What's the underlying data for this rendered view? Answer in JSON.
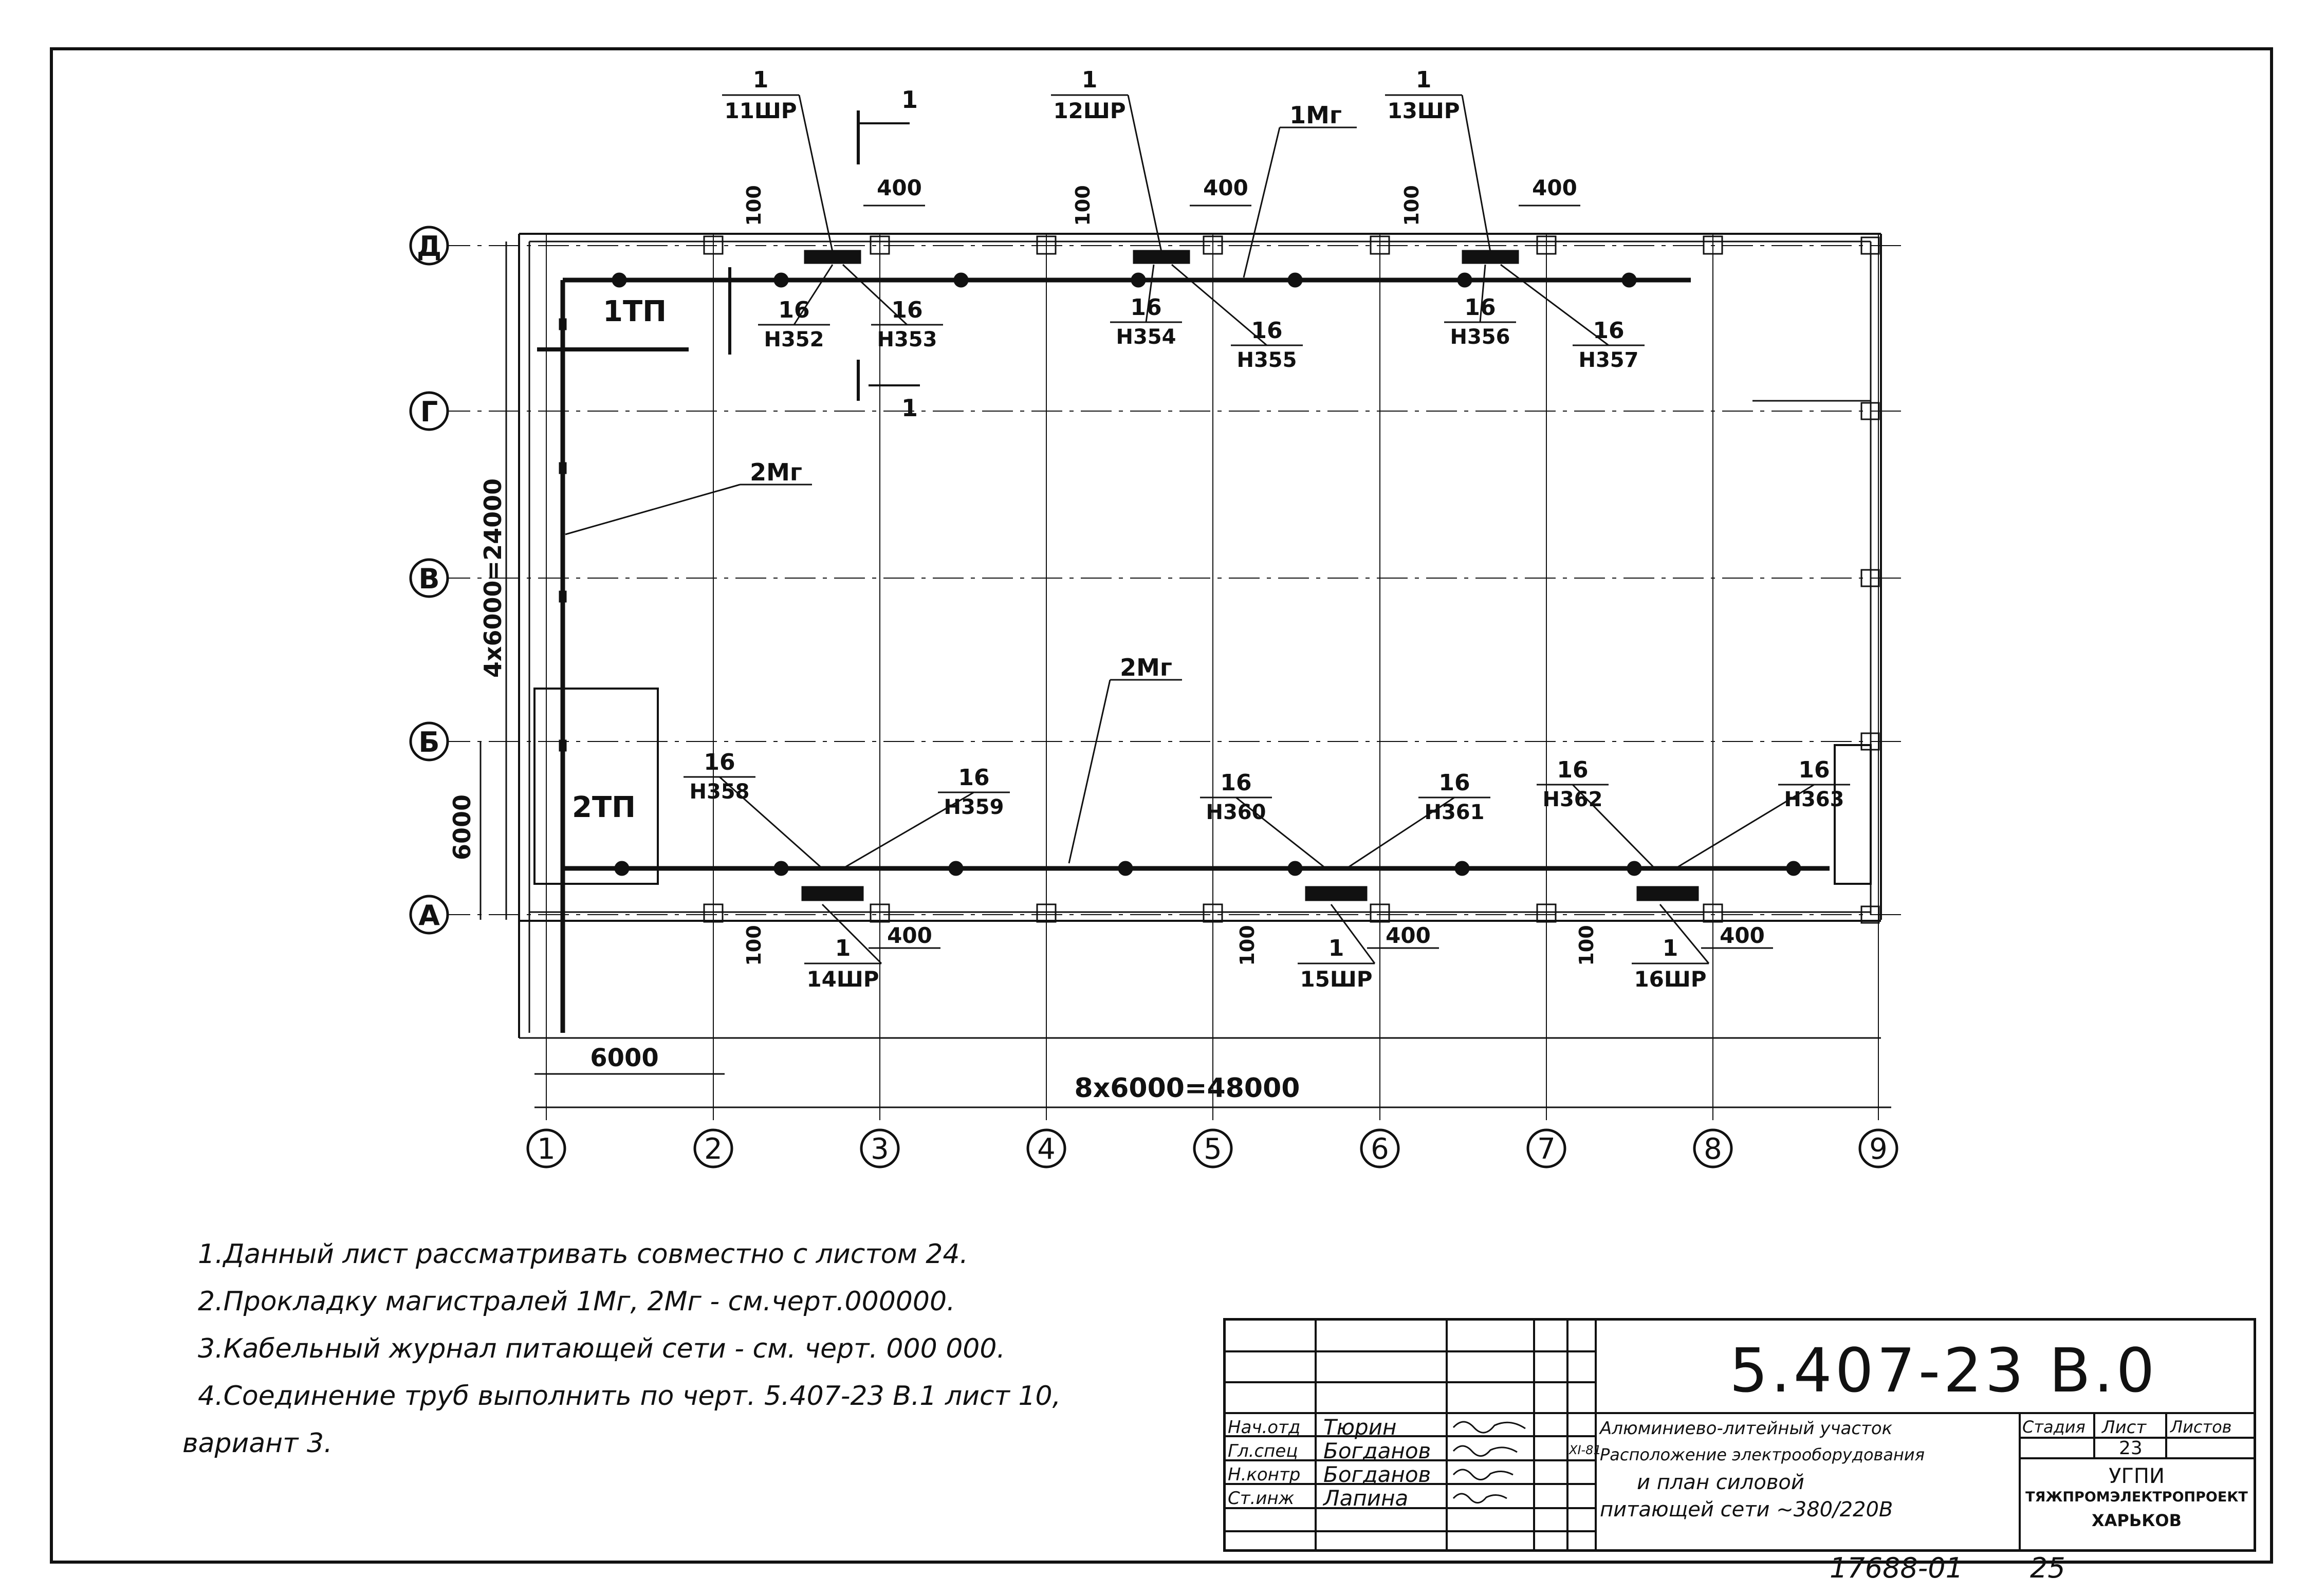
{
  "axes": {
    "columns": [
      "1",
      "2",
      "3",
      "4",
      "5",
      "6",
      "7",
      "8",
      "9"
    ],
    "rows": [
      "Д",
      "Г",
      "В",
      "Б",
      "А"
    ]
  },
  "dimensions": {
    "vertical_total": "4x6000=24000",
    "vertical_bay": "6000",
    "horizontal_bay": "6000",
    "horizontal_total": "8x6000=48000",
    "offset_100": "100",
    "offset_400": "400"
  },
  "labels": {
    "mains_1": "1Мг",
    "mains_2": "2Мг",
    "mains_2b": "2Мг",
    "tp1": "1ТП",
    "tp2": "2ТП",
    "section_num": "1"
  },
  "cabinets": [
    {
      "num": "1",
      "name": "11ШР"
    },
    {
      "num": "1",
      "name": "12ШР"
    },
    {
      "num": "1",
      "name": "13ШР"
    },
    {
      "num": "1",
      "name": "14ШР"
    },
    {
      "num": "1",
      "name": "15ШР"
    },
    {
      "num": "1",
      "name": "16ШР"
    }
  ],
  "lines": [
    {
      "num": "16",
      "name": "Н352"
    },
    {
      "num": "16",
      "name": "Н353"
    },
    {
      "num": "16",
      "name": "Н354"
    },
    {
      "num": "16",
      "name": "Н355"
    },
    {
      "num": "16",
      "name": "Н356"
    },
    {
      "num": "16",
      "name": "Н357"
    },
    {
      "num": "16",
      "name": "Н358"
    },
    {
      "num": "16",
      "name": "Н359"
    },
    {
      "num": "16",
      "name": "Н360"
    },
    {
      "num": "16",
      "name": "Н361"
    },
    {
      "num": "16",
      "name": "Н362"
    },
    {
      "num": "16",
      "name": "Н363"
    }
  ],
  "notes": [
    "1.Данный лист рассматривать совместно с листом 24.",
    "2.Прокладку магистралей 1Мг, 2Мг - см.черт.000000.",
    "3.Кабельный журнал питающей сети - см. черт. 000 000.",
    "4.Соединение труб выполнить по черт. 5.407-23 В.1 лист 10,",
    "вариант 3."
  ],
  "title_block": {
    "doc_number": "5.407-23 В.0",
    "roles": [
      {
        "role": "Нач.отд",
        "name": "Тюрин"
      },
      {
        "role": "Гл.спец",
        "name": "Богданов"
      },
      {
        "role": "Н.контр",
        "name": "Богданов"
      },
      {
        "role": "Ст.инж",
        "name": "Лапина"
      }
    ],
    "date": "XI-81",
    "title_lines": [
      "Алюминиево-литейный участок",
      "Расположение электрооборудования",
      "и план силовой",
      "питающей сети ~380/220В"
    ],
    "stage_header": "Стадия",
    "sheet_header": "Лист",
    "sheets_header": "Листов",
    "sheet_value": "23",
    "org_lines": [
      "УГПИ",
      "ТЯЖПРОМЭЛЕКТРОПРОЕКТ",
      "ХАРЬКОВ"
    ]
  },
  "footer": {
    "archive": "17688-01",
    "page": "25"
  }
}
